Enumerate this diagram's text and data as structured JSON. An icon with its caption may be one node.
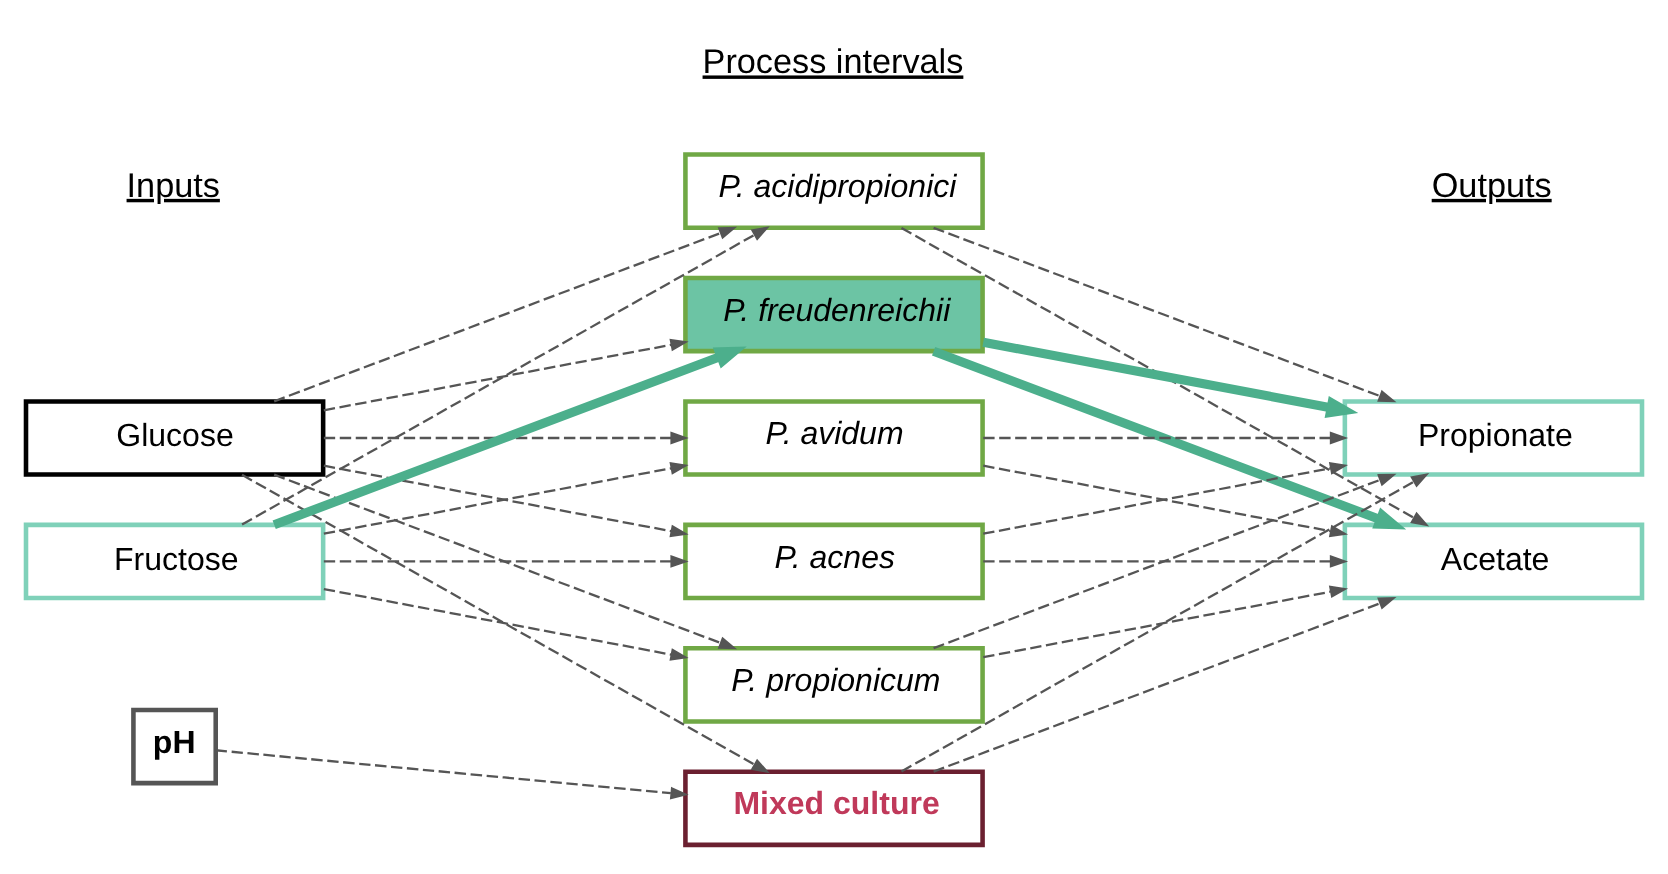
{
  "diagram": {
    "nodes": [
      {
        "text": [
          "Glucose"
        ]
      },
      {
        "text": [
          "Fructose"
        ]
      },
      {
        "text": [
          "P. acidipropionici"
        ]
      },
      {
        "text": [
          "P. freudenreichii"
        ]
      },
      {
        "text": [
          "P. avidum"
        ]
      },
      {
        "text": [
          "P. acnes"
        ]
      },
      {
        "text": [
          "P. propionicum"
        ]
      },
      {
        "text": [
          "pH"
        ]
      },
      {
        "text": [
          "Mixed culture"
        ]
      },
      {
        "text": [
          "Propionate"
        ]
      },
      {
        "text": [
          "Acetate"
        ]
      }
    ],
    "edges": [
      {
        "from": 0,
        "to": 2,
        "arrow": "to",
        "style": "dashed"
      },
      {
        "from": 0,
        "to": 3,
        "arrow": "to",
        "style": "dashed"
      },
      {
        "from": 0,
        "to": 4,
        "arrow": "to",
        "style": "dashed"
      },
      {
        "from": 0,
        "to": 5,
        "arrow": "to",
        "style": "dashed"
      },
      {
        "from": 0,
        "to": 6,
        "arrow": "to",
        "style": "dashed"
      },
      {
        "from": 0,
        "to": 8,
        "arrow": "to",
        "style": "dashed"
      },
      {
        "from": 1,
        "to": 2,
        "arrow": "to",
        "style": "dashed"
      },
      {
        "from": 1,
        "to": 3,
        "arrow": "to",
        "style": "thick",
        "color": "#4caf8c"
      },
      {
        "from": 1,
        "to": 4,
        "arrow": "to",
        "style": "dashed"
      },
      {
        "from": 1,
        "to": 5,
        "arrow": "to",
        "style": "dashed"
      },
      {
        "from": 1,
        "to": 6,
        "arrow": "to",
        "style": "dashed"
      },
      {
        "from": 7,
        "to": 8,
        "arrow": "to",
        "style": "dashed"
      },
      {
        "from": 2,
        "to": 9,
        "arrow": "to",
        "style": "dashed"
      },
      {
        "from": 2,
        "to": 10,
        "arrow": "to",
        "style": "dashed"
      },
      {
        "from": 3,
        "to": 9,
        "arrow": "to",
        "style": "thick",
        "color": "#4caf8c"
      },
      {
        "from": 3,
        "to": 10,
        "arrow": "to",
        "style": "thick",
        "color": "#4caf8c"
      },
      {
        "from": 4,
        "to": 9,
        "arrow": "to",
        "style": "dashed"
      },
      {
        "from": 4,
        "to": 10,
        "arrow": "to",
        "style": "dashed"
      },
      {
        "from": 5,
        "to": 9,
        "arrow": "to",
        "style": "dashed"
      },
      {
        "from": 5,
        "to": 10,
        "arrow": "to",
        "style": "dashed"
      },
      {
        "from": 6,
        "to": 9,
        "arrow": "to",
        "style": "dashed"
      },
      {
        "from": 6,
        "to": 10,
        "arrow": "to",
        "style": "dashed"
      },
      {
        "from": 8,
        "to": 9,
        "arrow": "to",
        "style": "dashed"
      },
      {
        "from": 8,
        "to": 10,
        "arrow": "to",
        "style": "dashed"
      }
    ],
    "labels": [
      "Inputs",
      "Process intervals",
      "Outputs"
    ]
  }
}
